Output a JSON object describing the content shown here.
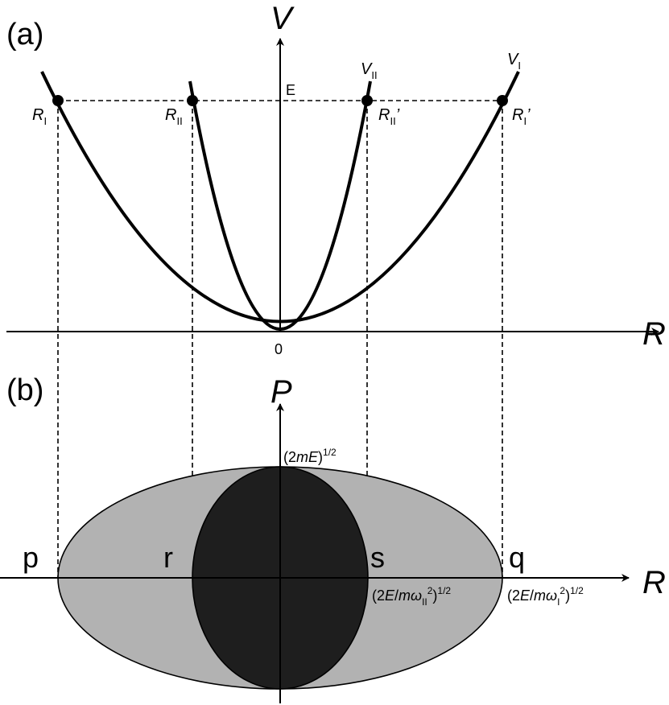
{
  "panels": {
    "a": "(a)",
    "b": "(b)"
  },
  "top": {
    "axis_v": "V",
    "axis_r": "R",
    "origin": "0",
    "energy": "E",
    "curve_one": {
      "main": "V",
      "sub": "I"
    },
    "curve_two": {
      "main": "V",
      "sub": "II"
    },
    "turning_points": {
      "r1": {
        "main": "R",
        "sub": "I"
      },
      "r2": {
        "main": "R",
        "sub": "II"
      },
      "r2p": {
        "main": "R",
        "sub": "II",
        "prime": "’"
      },
      "r1p": {
        "main": "R",
        "sub": "I",
        "prime": "’"
      }
    }
  },
  "bottom": {
    "axis_p": "P",
    "axis_r": "R",
    "p_max": {
      "open": "(2",
      "var": "mE",
      "close": ")",
      "exp": "1/2"
    },
    "points": {
      "p": "p",
      "r": "r",
      "s": "s",
      "q": "q"
    },
    "amp_two": {
      "open": "(2",
      "var1": "E",
      "slash": "/",
      "var2": "mω",
      "sub": "II",
      "sq": "2",
      "close": ")",
      "exp": "1/2"
    },
    "amp_one": {
      "open": "(2",
      "var1": "E",
      "slash": "/",
      "var2": "mω",
      "sub": "I",
      "sq": "2",
      "close": ")",
      "exp": "1/2"
    }
  },
  "colors": {
    "outer_ellipse": "#b2b2b2",
    "inner_ellipse": "#1e1e1e",
    "line": "#000000"
  }
}
